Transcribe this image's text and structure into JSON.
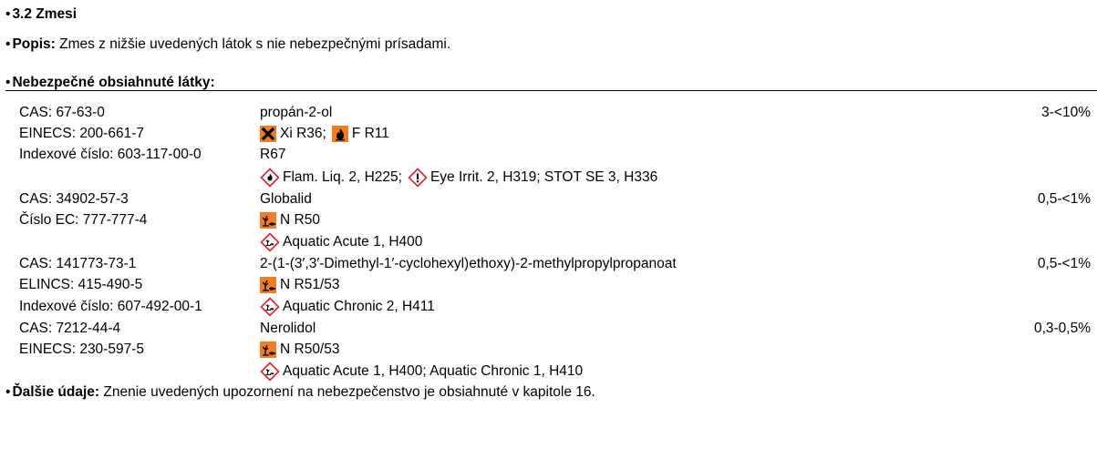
{
  "section": {
    "bullet": "•",
    "heading": "3.2 Zmesi",
    "popis_label": "Popis:",
    "popis_text": "Zmes z nižšie uvedených látok s nie nebezpečnými prísadami.",
    "hazardous_label": "Nebezpečné obsiahnuté látky:",
    "further_label": "Ďalšie údaje:",
    "further_text": "Znenie uvedených upozornení na nebezpečenstvo je obsiahnuté v kapitole 16."
  },
  "substances": [
    {
      "ids": [
        "CAS: 67-63-0",
        "EINECS: 200-661-7",
        "Indexové číslo: 603-117-00-0"
      ],
      "name": "propán-2-ol",
      "conc": "3-<10%",
      "r_line_1a": "Xi R36;",
      "r_line_1b": "F R11",
      "r_line_2": "R67",
      "h_line_a": "Flam. Liq. 2, H225;",
      "h_line_b": "Eye Irrit. 2, H319; STOT SE 3, H336"
    },
    {
      "ids": [
        "CAS: 34902-57-3",
        "Číslo EC: 777-777-4"
      ],
      "name": "Globalid",
      "conc": "0,5-<1%",
      "r_line": "N R50",
      "h_line": "Aquatic Acute 1, H400"
    },
    {
      "ids": [
        "CAS: 141773-73-1",
        "ELINCS: 415-490-5",
        "Indexové číslo: 607-492-00-1"
      ],
      "name": "2-(1-(3′,3′-Dimethyl-1′-cyclohexyl)ethoxy)-2-methylpropylpropanoat",
      "conc": "0,5-<1%",
      "r_line": "N R51/53",
      "h_line": "Aquatic Chronic 2, H411"
    },
    {
      "ids": [
        "CAS: 7212-44-4",
        "EINECS: 230-597-5"
      ],
      "name": "Nerolidol",
      "conc": "0,3-0,5%",
      "r_line": "N R50/53",
      "h_line": "Aquatic Acute 1, H400; Aquatic Chronic 1, H410"
    }
  ],
  "colors": {
    "hazard_orange": "#f47c20",
    "ghs_red": "#e0202a"
  },
  "icons": [
    "harmful-x-icon",
    "flammable-flame-icon",
    "environment-tree-fish-icon",
    "ghs-flame-icon",
    "ghs-exclamation-icon",
    "ghs-environment-icon"
  ]
}
